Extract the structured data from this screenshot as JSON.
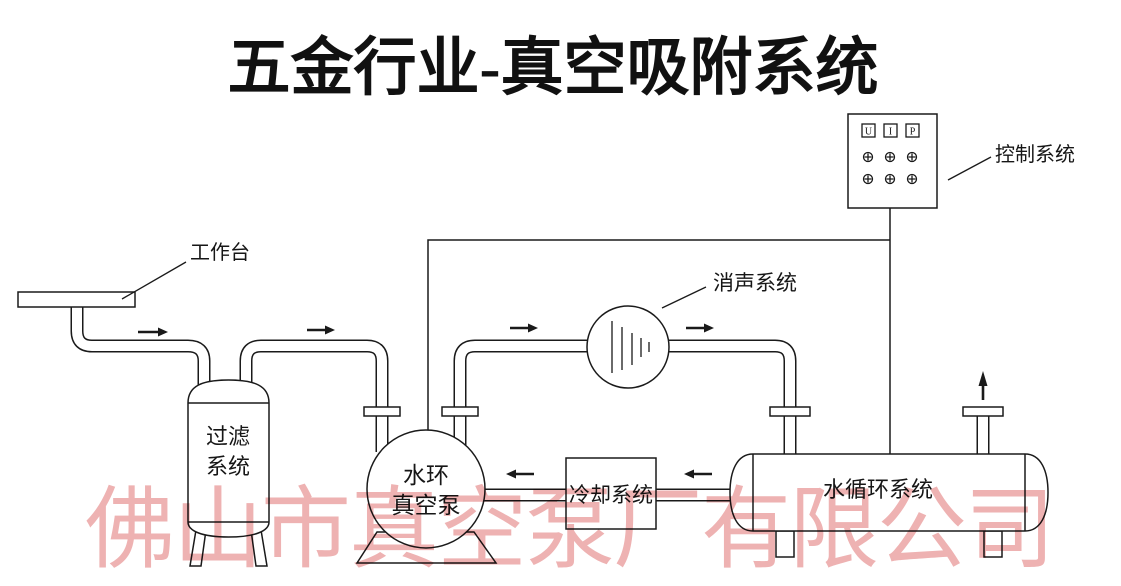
{
  "title": "五金行业-真空吸附系统",
  "watermark": "佛山市真空泵厂有限公司",
  "components": {
    "worktable": {
      "label": "工作台"
    },
    "filter": {
      "label_line1": "过滤",
      "label_line2": "系统"
    },
    "pump": {
      "label_line1": "水环",
      "label_line2": "真空泵"
    },
    "silencer": {
      "label": "消声系统"
    },
    "cooling": {
      "label": "冷却系统"
    },
    "water_tank": {
      "label": "水循环系统"
    },
    "control_panel": {
      "label": "控制系统",
      "meters": [
        "U",
        "I",
        "P"
      ]
    }
  },
  "colors": {
    "line": "#1a1a1a",
    "watermark": "#eeb2b2",
    "background": "#ffffff"
  }
}
